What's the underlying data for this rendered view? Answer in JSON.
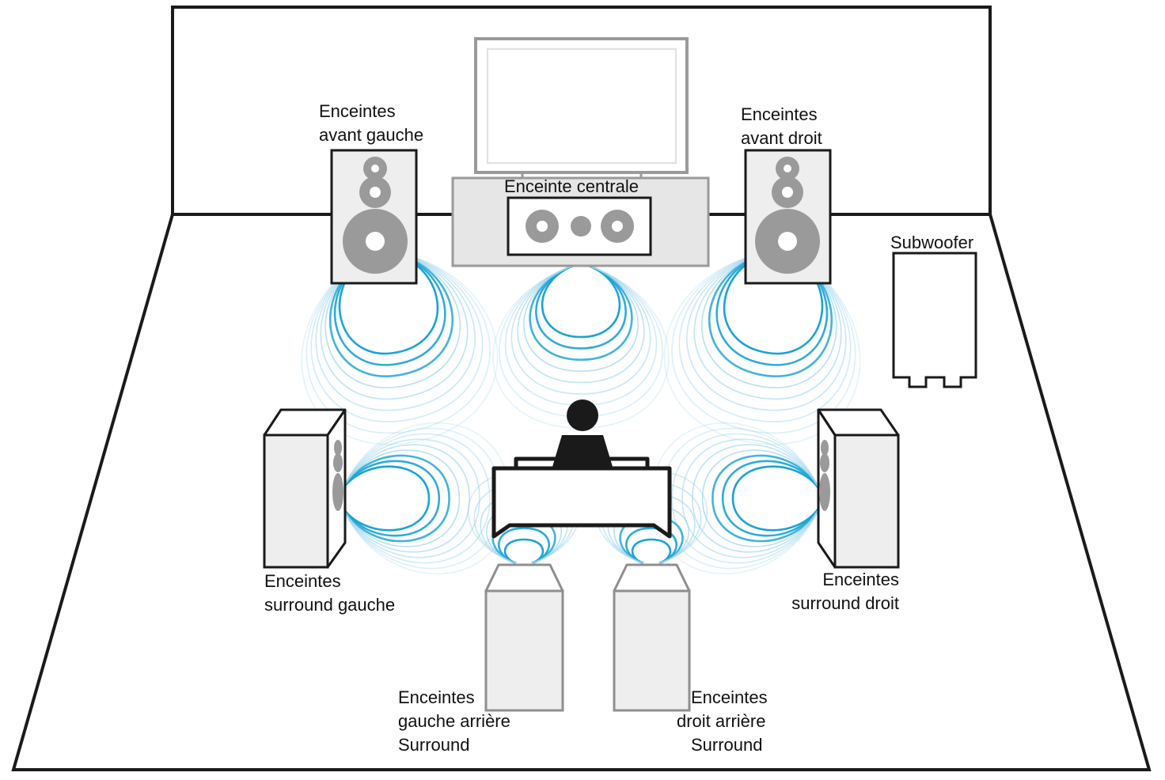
{
  "labels": {
    "front_left": [
      "Enceintes",
      "avant gauche"
    ],
    "front_right": [
      "Enceintes",
      "avant droit"
    ],
    "center": [
      "Enceinte centrale"
    ],
    "subwoofer": [
      "Subwoofer"
    ],
    "surround_left": [
      "Enceintes",
      "surround gauche"
    ],
    "surround_right": [
      "Enceintes",
      "surround droit"
    ],
    "surround_back_left": [
      "Enceintes",
      "gauche arrière",
      "Surround"
    ],
    "surround_back_right": [
      "Enceintes",
      "droit arrière",
      "Surround"
    ]
  },
  "colors": {
    "outline": "#1a1a1a",
    "speaker_fill": "#eeeeee",
    "speaker_border": "#8f8f8f",
    "driver": "#9a9a9a",
    "wave_strong": "#1aa3d6",
    "wave_light": "#9dd4ee",
    "listener": "#1a1a1a"
  },
  "icons": {
    "listener": "person-silhouette-icon",
    "sofa": "sofa-icon",
    "tv": "tv-icon",
    "speaker": "speaker-icon",
    "subwoofer": "subwoofer-icon"
  }
}
